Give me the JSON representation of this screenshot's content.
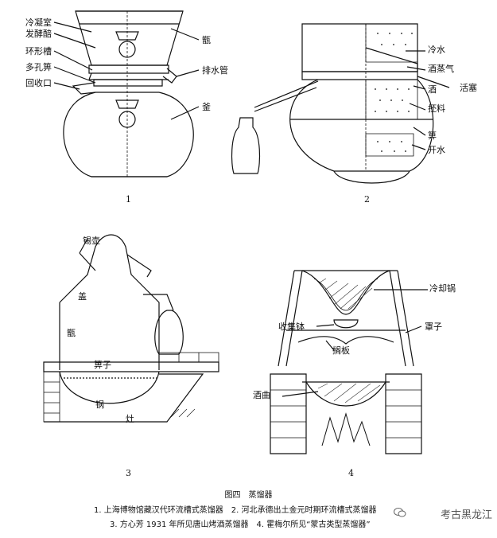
{
  "figure1": {
    "number": "1",
    "labels": {
      "condenser": "冷凝室",
      "ferment": "发酵醅",
      "ring_trough": "环形槽",
      "perforated": "多孔箅",
      "return_port": "回收口",
      "zeng": "甑",
      "drain_pipe": "排水管",
      "fu": "釜"
    }
  },
  "figure2": {
    "number": "2",
    "labels": {
      "cold_water": "冷水",
      "vapor": "酒蒸气",
      "stopper": "活塞",
      "liquor": "酒",
      "mash": "抷料",
      "grate": "箅",
      "boiling_water": "开水"
    }
  },
  "figure3": {
    "number": "3",
    "labels": {
      "tin_pot": "锡壶",
      "lid": "盖",
      "zeng": "甑",
      "grate": "箅子",
      "wok": "锅",
      "stove": "灶"
    }
  },
  "figure4": {
    "number": "4",
    "labels": {
      "cooling_pot": "冷却锅",
      "collect_bowl": "收集钵",
      "cover": "罩子",
      "plate": "搁板",
      "qu": "酒曲"
    }
  },
  "caption": {
    "title": "图四　蒸馏器",
    "line1": "1. 上海博物馆藏汉代环流槽式蒸馏器　2. 河北承德出土金元时期环流槽式蒸馏器",
    "line2": "3. 方心芳 1931 年所见唐山烤酒蒸馏器　4. 霍梅尔所见“蒙古类型蒸馏器”"
  },
  "watermark": "考古黑龙江"
}
